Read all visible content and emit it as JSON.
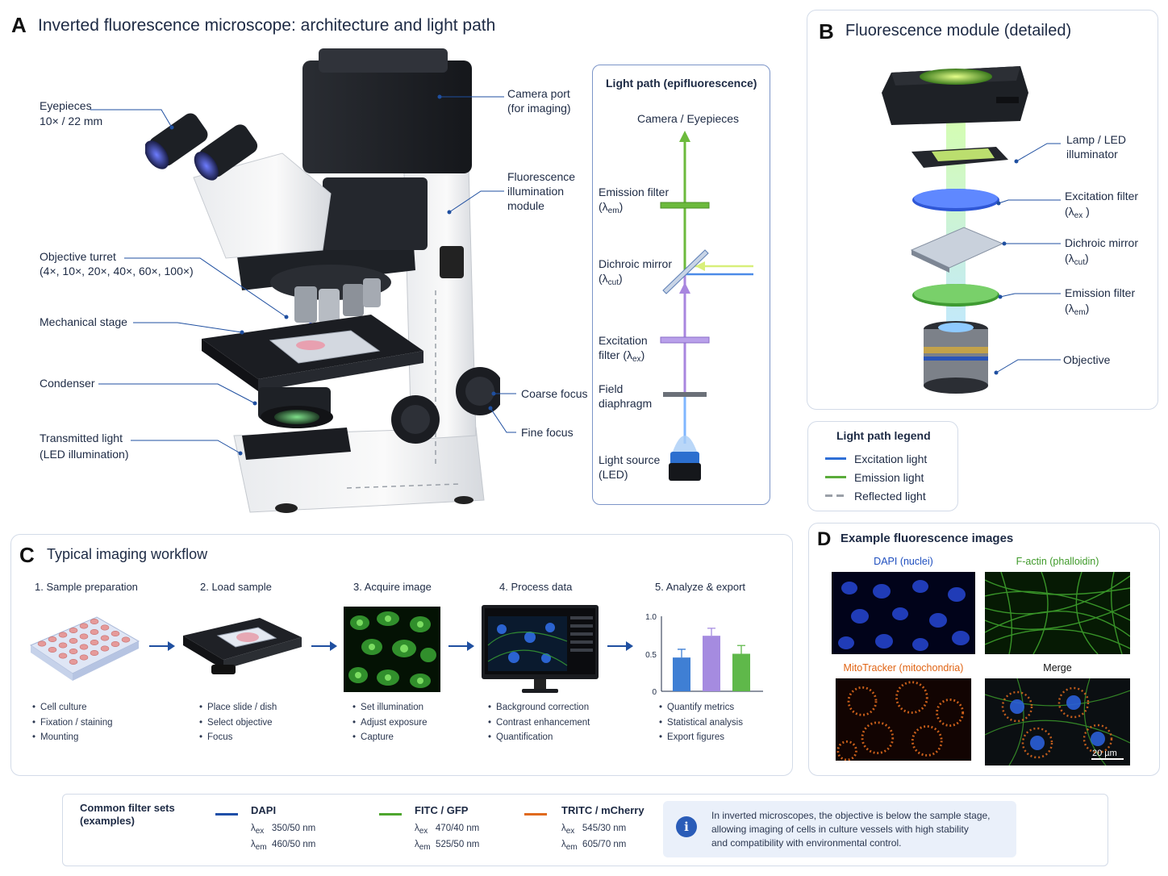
{
  "panelA": {
    "letter": "A",
    "title": "Inverted fluorescence microscope: architecture and light path",
    "labels": {
      "eyepieces": "Eyepieces",
      "eyepieces_spec": "10× / 22 mm",
      "objective_turret": "Objective turret",
      "objective_turret_spec": "(4×, 10×, 20×, 40×, 60×, 100×)",
      "mechanical_stage": "Mechanical stage",
      "condenser": "Condenser",
      "transmitted_light": "Transmitted light",
      "transmitted_light_spec": "(LED illumination)",
      "camera_port": "Camera port",
      "camera_port_spec": "(for imaging)",
      "fluor_module_1": "Fluorescence",
      "fluor_module_2": "illumination",
      "fluor_module_3": "module",
      "coarse_focus": "Coarse focus",
      "fine_focus": "Fine focus"
    },
    "lightpath": {
      "title": "Light path (epifluorescence)",
      "camera": "Camera / Eyepieces",
      "emission_filter": "Emission filter",
      "emission_filter_sym": "(λ",
      "emission_sub": "em",
      "dichroic": "Dichroic mirror",
      "dichroic_sub": "cut",
      "excitation_filter_1": "Excitation",
      "excitation_filter_2": "filter  (λ",
      "excitation_sub": "ex",
      "field_1": "Field",
      "field_2": "diaphragm",
      "source_1": "Light source",
      "source_2": "(LED)"
    }
  },
  "panelB": {
    "letter": "B",
    "title": "Fluorescence module (detailed)",
    "lamp_1": "Lamp / LED",
    "lamp_2": "illuminator",
    "excitation": "Excitation filter",
    "excitation_sub": "ex",
    "dichroic": "Dichroic mirror",
    "dichroic_sub": "cut",
    "emission": "Emission filter",
    "emission_sub": "em",
    "objective": "Objective"
  },
  "legend": {
    "title": "Light path legend",
    "items": [
      {
        "label": "Excitation light",
        "color": "#2f6fd6"
      },
      {
        "label": "Emission light",
        "color": "#5aac3a"
      },
      {
        "label": "Reflected light",
        "color": "#9aa0a8"
      }
    ]
  },
  "panelC": {
    "letter": "C",
    "title": "Typical imaging workflow",
    "steps": [
      {
        "title": "1. Sample preparation",
        "bullets": [
          "Cell culture",
          "Fixation / staining",
          "Mounting"
        ]
      },
      {
        "title": "2. Load sample",
        "bullets": [
          "Place slide / dish",
          "Select objective",
          "Focus"
        ]
      },
      {
        "title": "3. Acquire image",
        "bullets": [
          "Set illumination",
          "Adjust exposure",
          "Capture"
        ]
      },
      {
        "title": "4. Process data",
        "bullets": [
          "Background correction",
          "Contrast enhancement",
          "Quantification"
        ]
      },
      {
        "title": "5. Analyze & export",
        "bullets": [
          "Quantify metrics",
          "Statistical analysis",
          "Export figures"
        ]
      }
    ]
  },
  "chart_data": {
    "type": "bar",
    "categories": [
      "",
      "",
      ""
    ],
    "values": [
      0.45,
      0.74,
      0.5
    ],
    "errors": [
      0.11,
      0.1,
      0.11
    ],
    "colors": [
      "#3f7fd4",
      "#a58be0",
      "#5fb84a"
    ],
    "yticks": [
      "0",
      "0.5",
      "1.0"
    ],
    "ylim": [
      0,
      1.0
    ],
    "title": "",
    "xlabel": "",
    "ylabel": ""
  },
  "panelD": {
    "letter": "D",
    "title": "Example fluorescence images",
    "images": [
      {
        "title": "DAPI (nuclei)",
        "color": "#1f4fbf"
      },
      {
        "title": "F-actin (phalloidin)",
        "color": "#3f9a2a"
      },
      {
        "title": "MitoTracker (mitochondria)",
        "color": "#e06414"
      },
      {
        "title": "Merge",
        "color": "#111111"
      }
    ],
    "scalebar": "20 µm"
  },
  "filters": {
    "title_1": "Common filter sets",
    "title_2": "(examples)",
    "sets": [
      {
        "name": "DAPI",
        "ex_sym": "λ",
        "ex_sub": "ex",
        "ex": "350/50 nm",
        "em_sym": "λ",
        "em_sub": "em",
        "em": "460/50 nm",
        "color": "#1f4fa8"
      },
      {
        "name": "FITC / GFP",
        "ex_sym": "λ",
        "ex_sub": "ex",
        "ex": "470/40 nm",
        "em_sym": "λ",
        "em_sub": "em",
        "em": "525/50 nm",
        "color": "#4ea62e"
      },
      {
        "name": "TRITC / mCherry",
        "ex_sym": "λ",
        "ex_sub": "ex",
        "ex": "545/30 nm",
        "em_sym": "λ",
        "em_sub": "em",
        "em": "605/70 nm",
        "color": "#e06a1e"
      }
    ],
    "info_1": "In inverted microscopes, the objective is below the sample stage,",
    "info_2": "allowing imaging of cells in culture vessels with high stability",
    "info_3": "and compatibility with environmental control."
  }
}
